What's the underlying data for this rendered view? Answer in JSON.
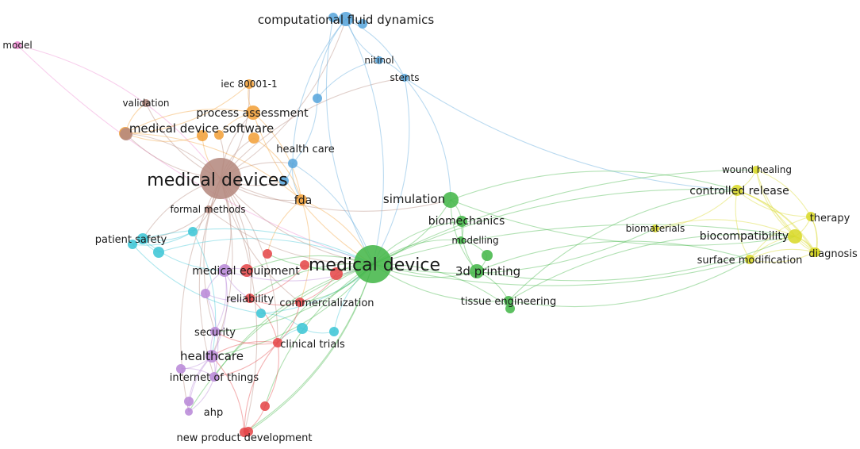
{
  "clusters": {
    "brown": "#b58a7f",
    "orange": "#f3a23b",
    "blue": "#5aa6dc",
    "green": "#46b74a",
    "red": "#e5484a",
    "cyan": "#3fc6d6",
    "purple": "#b98ad8",
    "yellow": "#dada2a",
    "pink": "#ee8bd2"
  },
  "terms": [
    {
      "id": "medical-devices",
      "label": "medical devices",
      "cluster": "brown"
    },
    {
      "id": "medical-device",
      "label": "medical device",
      "cluster": "green"
    },
    {
      "id": "model",
      "label": "model",
      "cluster": "pink"
    },
    {
      "id": "computational-fluid-dynamics",
      "label": "computational fluid dynamics",
      "cluster": "blue"
    },
    {
      "id": "nitinol",
      "label": "nitinol",
      "cluster": "blue"
    },
    {
      "id": "stents",
      "label": "stents",
      "cluster": "blue"
    },
    {
      "id": "iec-80001-1",
      "label": "iec 80001-1",
      "cluster": "orange"
    },
    {
      "id": "validation",
      "label": "validation",
      "cluster": "brown"
    },
    {
      "id": "process-assessment",
      "label": "process assessment",
      "cluster": "orange"
    },
    {
      "id": "medical-device-software",
      "label": "medical device software",
      "cluster": "orange"
    },
    {
      "id": "health-care",
      "label": "health care",
      "cluster": "blue"
    },
    {
      "id": "fda",
      "label": "fda",
      "cluster": "orange"
    },
    {
      "id": "formal-methods",
      "label": "formal methods",
      "cluster": "brown"
    },
    {
      "id": "patient-safety",
      "label": "patient safety",
      "cluster": "cyan"
    },
    {
      "id": "medical-equipment",
      "label": "medical equipment",
      "cluster": "purple"
    },
    {
      "id": "reliability",
      "label": "reliability",
      "cluster": "red"
    },
    {
      "id": "commercialization",
      "label": "commercialization",
      "cluster": "red"
    },
    {
      "id": "security",
      "label": "security",
      "cluster": "purple"
    },
    {
      "id": "clinical-trials",
      "label": "clinical trials",
      "cluster": "red"
    },
    {
      "id": "healthcare",
      "label": "healthcare",
      "cluster": "purple"
    },
    {
      "id": "internet-of-things",
      "label": "internet of things",
      "cluster": "purple"
    },
    {
      "id": "ahp",
      "label": "ahp",
      "cluster": "purple"
    },
    {
      "id": "new-product-development",
      "label": "new product development",
      "cluster": "red"
    },
    {
      "id": "simulation",
      "label": "simulation",
      "cluster": "green"
    },
    {
      "id": "biomechanics",
      "label": "biomechanics",
      "cluster": "green"
    },
    {
      "id": "modelling",
      "label": "modelling",
      "cluster": "green"
    },
    {
      "id": "3d-printing",
      "label": "3d printing",
      "cluster": "green"
    },
    {
      "id": "tissue-engineering",
      "label": "tissue engineering",
      "cluster": "green"
    },
    {
      "id": "wound-healing",
      "label": "wound healing",
      "cluster": "yellow"
    },
    {
      "id": "controlled-release",
      "label": "controlled release",
      "cluster": "yellow"
    },
    {
      "id": "biomaterials",
      "label": "biomaterials",
      "cluster": "yellow"
    },
    {
      "id": "biocompatibility",
      "label": "biocompatibility",
      "cluster": "yellow"
    },
    {
      "id": "therapy",
      "label": "therapy",
      "cluster": "yellow"
    },
    {
      "id": "diagnosis",
      "label": "diagnosis",
      "cluster": "yellow"
    },
    {
      "id": "surface-modification",
      "label": "surface modification",
      "cluster": "yellow"
    },
    {
      "id": "u-br1",
      "label": "",
      "cluster": "brown"
    },
    {
      "id": "u-or1",
      "label": "",
      "cluster": "orange"
    },
    {
      "id": "u-or2",
      "label": "",
      "cluster": "orange"
    },
    {
      "id": "u-or3",
      "label": "",
      "cluster": "orange"
    },
    {
      "id": "u-bl1",
      "label": "",
      "cluster": "blue"
    },
    {
      "id": "u-bl2",
      "label": "",
      "cluster": "blue"
    },
    {
      "id": "u-bl3",
      "label": "",
      "cluster": "blue"
    },
    {
      "id": "u-bl4",
      "label": "",
      "cluster": "blue"
    },
    {
      "id": "u-cy1",
      "label": "",
      "cluster": "cyan"
    },
    {
      "id": "u-cy2",
      "label": "",
      "cluster": "cyan"
    },
    {
      "id": "u-cy3",
      "label": "",
      "cluster": "cyan"
    },
    {
      "id": "u-cy4",
      "label": "",
      "cluster": "cyan"
    },
    {
      "id": "u-cy5",
      "label": "",
      "cluster": "cyan"
    },
    {
      "id": "u-cy6",
      "label": "",
      "cluster": "cyan"
    },
    {
      "id": "u-re1",
      "label": "",
      "cluster": "red"
    },
    {
      "id": "u-re2",
      "label": "",
      "cluster": "red"
    },
    {
      "id": "u-re3",
      "label": "",
      "cluster": "red"
    },
    {
      "id": "u-re4",
      "label": "",
      "cluster": "red"
    },
    {
      "id": "u-re5",
      "label": "",
      "cluster": "red"
    },
    {
      "id": "u-re6",
      "label": "",
      "cluster": "red"
    },
    {
      "id": "u-pu1",
      "label": "",
      "cluster": "purple"
    },
    {
      "id": "u-pu2",
      "label": "",
      "cluster": "purple"
    },
    {
      "id": "u-pu3",
      "label": "",
      "cluster": "purple"
    },
    {
      "id": "u-gr1",
      "label": "",
      "cluster": "green"
    },
    {
      "id": "u-gr2",
      "label": "",
      "cluster": "green"
    },
    {
      "id": "u-ye1",
      "label": "",
      "cluster": "yellow"
    },
    {
      "id": "u-ye2",
      "label": "",
      "cluster": "yellow"
    }
  ],
  "links": [
    [
      "model",
      "medical-devices"
    ],
    [
      "model",
      "medical-device"
    ],
    [
      "medical-devices",
      "validation"
    ],
    [
      "medical-devices",
      "medical-device-software"
    ],
    [
      "medical-devices",
      "process-assessment"
    ],
    [
      "medical-devices",
      "iec-80001-1"
    ],
    [
      "medical-devices",
      "health-care"
    ],
    [
      "medical-devices",
      "fda"
    ],
    [
      "medical-devices",
      "formal-methods"
    ],
    [
      "medical-devices",
      "patient-safety"
    ],
    [
      "medical-devices",
      "medical-equipment"
    ],
    [
      "medical-devices",
      "medical-device"
    ],
    [
      "medical-devices",
      "reliability"
    ],
    [
      "medical-devices",
      "commercialization"
    ],
    [
      "medical-devices",
      "clinical-trials"
    ],
    [
      "medical-devices",
      "security"
    ],
    [
      "medical-devices",
      "healthcare"
    ],
    [
      "medical-devices",
      "internet-of-things"
    ],
    [
      "medical-devices",
      "u-br1"
    ],
    [
      "medical-devices",
      "computational-fluid-dynamics"
    ],
    [
      "medical-devices",
      "stents"
    ],
    [
      "medical-devices",
      "u-or2"
    ],
    [
      "medical-devices",
      "u-or3"
    ],
    [
      "medical-devices",
      "simulation"
    ],
    [
      "medical-devices",
      "u-cy1"
    ],
    [
      "medical-devices",
      "u-bl3"
    ],
    [
      "medical-devices",
      "new-product-development"
    ],
    [
      "medical-devices",
      "ahp"
    ],
    [
      "medical-device-software",
      "process-assessment"
    ],
    [
      "medical-device-software",
      "iec-80001-1"
    ],
    [
      "medical-device-software",
      "validation"
    ],
    [
      "medical-device-software",
      "u-or1"
    ],
    [
      "medical-device-software",
      "fda"
    ],
    [
      "medical-device-software",
      "u-br1"
    ],
    [
      "process-assessment",
      "iec-80001-1"
    ],
    [
      "process-assessment",
      "u-or2"
    ],
    [
      "process-assessment",
      "fda"
    ],
    [
      "process-assessment",
      "medical-device"
    ],
    [
      "computational-fluid-dynamics",
      "stents"
    ],
    [
      "computational-fluid-dynamics",
      "nitinol"
    ],
    [
      "computational-fluid-dynamics",
      "medical-device"
    ],
    [
      "computational-fluid-dynamics",
      "u-bl1"
    ],
    [
      "computational-fluid-dynamics",
      "u-bl2"
    ],
    [
      "computational-fluid-dynamics",
      "health-care"
    ],
    [
      "nitinol",
      "stents"
    ],
    [
      "nitinol",
      "u-bl1"
    ],
    [
      "stents",
      "medical-device"
    ],
    [
      "stents",
      "controlled-release"
    ],
    [
      "stents",
      "simulation"
    ],
    [
      "health-care",
      "u-bl1"
    ],
    [
      "health-care",
      "medical-device"
    ],
    [
      "health-care",
      "fda"
    ],
    [
      "fda",
      "medical-device"
    ],
    [
      "fda",
      "u-re1"
    ],
    [
      "fda",
      "commercialization"
    ],
    [
      "formal-methods",
      "medical-device"
    ],
    [
      "formal-methods",
      "patient-safety"
    ],
    [
      "patient-safety",
      "u-cy1"
    ],
    [
      "patient-safety",
      "u-cy2"
    ],
    [
      "patient-safety",
      "u-cy3"
    ],
    [
      "patient-safety",
      "medical-device"
    ],
    [
      "patient-safety",
      "medical-equipment"
    ],
    [
      "u-cy1",
      "u-cy2"
    ],
    [
      "u-cy2",
      "u-cy4"
    ],
    [
      "u-cy4",
      "u-cy5"
    ],
    [
      "u-cy5",
      "u-cy6"
    ],
    [
      "u-cy3",
      "medical-device"
    ],
    [
      "u-cy4",
      "medical-device"
    ],
    [
      "u-cy6",
      "medical-device"
    ],
    [
      "u-cy5",
      "clinical-trials"
    ],
    [
      "u-cy1",
      "healthcare"
    ],
    [
      "medical-equipment",
      "medical-device"
    ],
    [
      "medical-equipment",
      "u-re2"
    ],
    [
      "medical-equipment",
      "reliability"
    ],
    [
      "medical-equipment",
      "healthcare"
    ],
    [
      "medical-equipment",
      "u-pu1"
    ],
    [
      "medical-equipment",
      "security"
    ],
    [
      "medical-device",
      "simulation"
    ],
    [
      "medical-device",
      "biomechanics"
    ],
    [
      "medical-device",
      "3d-printing"
    ],
    [
      "medical-device",
      "modelling"
    ],
    [
      "medical-device",
      "tissue-engineering"
    ],
    [
      "medical-device",
      "biocompatibility"
    ],
    [
      "medical-device",
      "biomaterials"
    ],
    [
      "medical-device",
      "controlled-release"
    ],
    [
      "medical-device",
      "surface-modification"
    ],
    [
      "medical-device",
      "wound-healing"
    ],
    [
      "medical-device",
      "reliability"
    ],
    [
      "medical-device",
      "commercialization"
    ],
    [
      "medical-device",
      "clinical-trials"
    ],
    [
      "medical-device",
      "u-re1"
    ],
    [
      "medical-device",
      "u-re2"
    ],
    [
      "medical-device",
      "u-re3"
    ],
    [
      "medical-device",
      "u-re4"
    ],
    [
      "medical-device",
      "healthcare"
    ],
    [
      "medical-device",
      "internet-of-things"
    ],
    [
      "medical-device",
      "new-product-development"
    ],
    [
      "medical-device",
      "u-re5"
    ],
    [
      "medical-device",
      "security"
    ],
    [
      "medical-device",
      "ahp"
    ],
    [
      "medical-device",
      "u-re6"
    ],
    [
      "reliability",
      "commercialization"
    ],
    [
      "reliability",
      "clinical-trials"
    ],
    [
      "reliability",
      "u-re3"
    ],
    [
      "commercialization",
      "clinical-trials"
    ],
    [
      "commercialization",
      "u-re4"
    ],
    [
      "clinical-trials",
      "security"
    ],
    [
      "clinical-trials",
      "healthcare"
    ],
    [
      "clinical-trials",
      "internet-of-things"
    ],
    [
      "clinical-trials",
      "new-product-development"
    ],
    [
      "clinical-trials",
      "u-re5"
    ],
    [
      "security",
      "healthcare"
    ],
    [
      "healthcare",
      "internet-of-things"
    ],
    [
      "healthcare",
      "ahp"
    ],
    [
      "healthcare",
      "u-pu2"
    ],
    [
      "healthcare",
      "u-pu3"
    ],
    [
      "internet-of-things",
      "ahp"
    ],
    [
      "internet-of-things",
      "u-pu2"
    ],
    [
      "ahp",
      "u-pu3"
    ],
    [
      "new-product-development",
      "u-re5"
    ],
    [
      "new-product-development",
      "u-re6"
    ],
    [
      "new-product-development",
      "healthcare"
    ],
    [
      "u-pu1",
      "internet-of-things"
    ],
    [
      "u-pu1",
      "reliability"
    ],
    [
      "simulation",
      "biomechanics"
    ],
    [
      "simulation",
      "3d-printing"
    ],
    [
      "simulation",
      "controlled-release"
    ],
    [
      "simulation",
      "biocompatibility"
    ],
    [
      "biomechanics",
      "modelling"
    ],
    [
      "biomechanics",
      "3d-printing"
    ],
    [
      "modelling",
      "u-gr1"
    ],
    [
      "3d-printing",
      "u-gr1"
    ],
    [
      "3d-printing",
      "tissue-engineering"
    ],
    [
      "3d-printing",
      "biocompatibility"
    ],
    [
      "3d-printing",
      "surface-modification"
    ],
    [
      "tissue-engineering",
      "u-gr2"
    ],
    [
      "tissue-engineering",
      "biocompatibility"
    ],
    [
      "tissue-engineering",
      "surface-modification"
    ],
    [
      "tissue-engineering",
      "controlled-release"
    ],
    [
      "u-gr2",
      "medical-device"
    ],
    [
      "biomaterials",
      "biocompatibility"
    ],
    [
      "biomaterials",
      "controlled-release"
    ],
    [
      "wound-healing",
      "controlled-release"
    ],
    [
      "wound-healing",
      "biocompatibility"
    ],
    [
      "wound-healing",
      "therapy"
    ],
    [
      "wound-healing",
      "diagnosis"
    ],
    [
      "controlled-release",
      "biocompatibility"
    ],
    [
      "controlled-release",
      "therapy"
    ],
    [
      "controlled-release",
      "diagnosis"
    ],
    [
      "controlled-release",
      "surface-modification"
    ],
    [
      "controlled-release",
      "u-ye1"
    ],
    [
      "biocompatibility",
      "therapy"
    ],
    [
      "biocompatibility",
      "diagnosis"
    ],
    [
      "biocompatibility",
      "surface-modification"
    ],
    [
      "biocompatibility",
      "u-ye1"
    ],
    [
      "biocompatibility",
      "u-ye2"
    ],
    [
      "therapy",
      "diagnosis"
    ],
    [
      "therapy",
      "surface-modification"
    ],
    [
      "therapy",
      "u-ye2"
    ],
    [
      "diagnosis",
      "surface-modification"
    ],
    [
      "diagnosis",
      "u-ye2"
    ],
    [
      "surface-modification",
      "u-ye1"
    ],
    [
      "u-ye1",
      "u-ye2"
    ],
    [
      "u-bl3",
      "health-care"
    ],
    [
      "u-bl4",
      "computational-fluid-dynamics"
    ],
    [
      "u-bl4",
      "medical-device"
    ],
    [
      "u-or3",
      "fda"
    ],
    [
      "u-or1",
      "medical-devices"
    ]
  ]
}
